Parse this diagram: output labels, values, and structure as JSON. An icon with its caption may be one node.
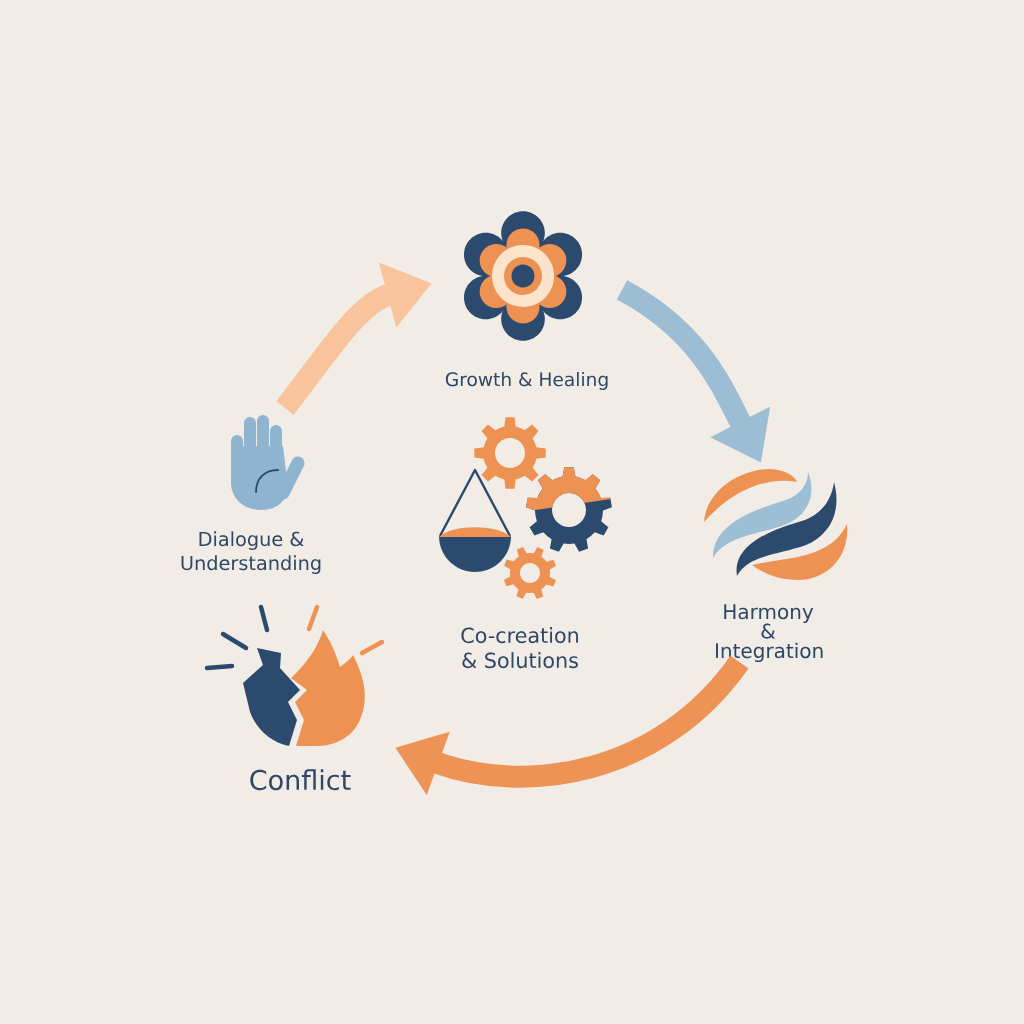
{
  "diagram": {
    "nodes": [
      {
        "text": [
          "Growth & Healing"
        ]
      },
      {
        "text": [
          "Dialogue & Understanding"
        ]
      },
      {
        "text": [
          "Co-creation & Solutions"
        ]
      },
      {
        "text": [
          "Harmony & Integration"
        ]
      },
      {
        "text": [
          "Conflict"
        ]
      }
    ],
    "edges": [
      {
        "from": 1,
        "to": 0,
        "arrow": "to",
        "color": "#f9c49b"
      },
      {
        "from": 0,
        "to": 3,
        "arrow": "to",
        "color": "#9cbdd3"
      },
      {
        "from": 3,
        "to": 4,
        "arrow": "to",
        "color": "#ee9356"
      }
    ]
  }
}
